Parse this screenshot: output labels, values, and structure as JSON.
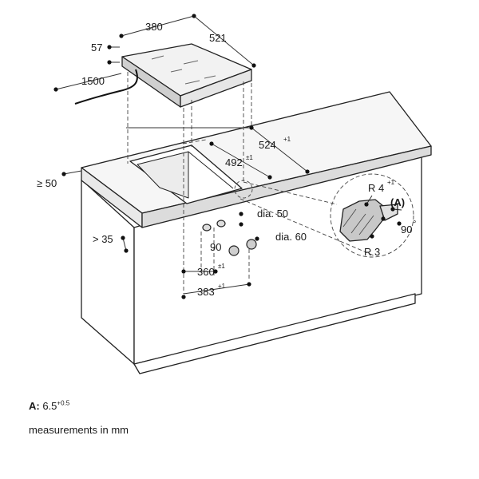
{
  "dimensions": {
    "width_380": "380",
    "depth_521": "521",
    "thickness_57": "57",
    "cable_1500": "1500",
    "clearance_50": "≥ 50",
    "depth_524": "524",
    "depth_524_tol": "+1",
    "width_492": "492",
    "width_492_tol": "±1",
    "dia_50": "dia. 50",
    "clearance_35": "> 35",
    "dim_90": "90",
    "dia_60": "dia. 60",
    "dim_360": "360",
    "dim_360_tol": "±1",
    "dim_383": "383",
    "dim_383_tol": "+1"
  },
  "detail": {
    "r4": "R 4",
    "r4_tol": "+1",
    "a_mark": "(A)",
    "angle": "90",
    "angle_unit": "°",
    "r3": "R 3"
  },
  "notes": {
    "a_key": "A:",
    "a_value": "6.5",
    "a_tol": "+0.5",
    "units": "measurements in mm"
  }
}
